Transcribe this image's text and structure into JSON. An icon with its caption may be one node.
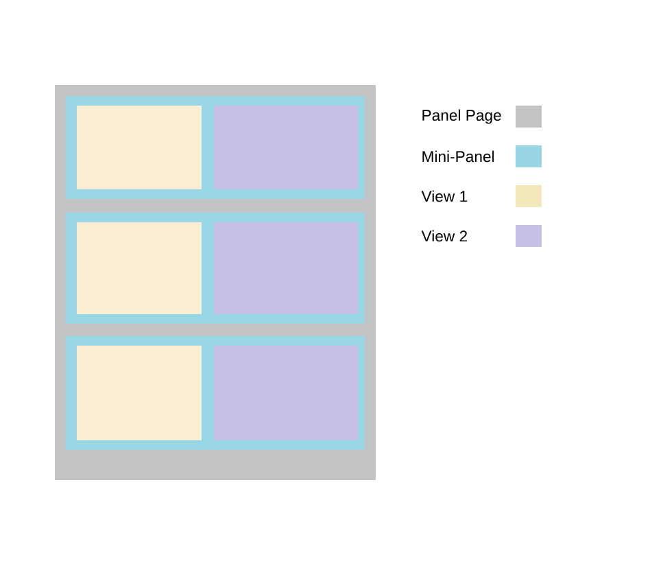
{
  "diagram": {
    "nodes": [
      {
        "text": [],
        "shape": "box"
      },
      {
        "text": [],
        "shape": "box",
        "in": 0
      },
      {
        "text": [],
        "shape": "box",
        "in": 1
      },
      {
        "text": [],
        "shape": "box",
        "in": 1
      },
      {
        "text": [],
        "shape": "box",
        "in": 0
      },
      {
        "text": [],
        "shape": "box",
        "in": 4
      },
      {
        "text": [],
        "shape": "box",
        "in": 4
      },
      {
        "text": [],
        "shape": "box",
        "in": 0
      },
      {
        "text": [],
        "shape": "box",
        "in": 7
      },
      {
        "text": [],
        "shape": "box",
        "in": 7
      }
    ],
    "legend": [
      {
        "text": "Panel Page",
        "color": "#c3c3c3"
      },
      {
        "text": "Mini-Panel",
        "color": "#98d6e6"
      },
      {
        "text": "View 1",
        "color": "#f3e6b8"
      },
      {
        "text": "View 2",
        "color": "#c8c0e6"
      }
    ]
  }
}
